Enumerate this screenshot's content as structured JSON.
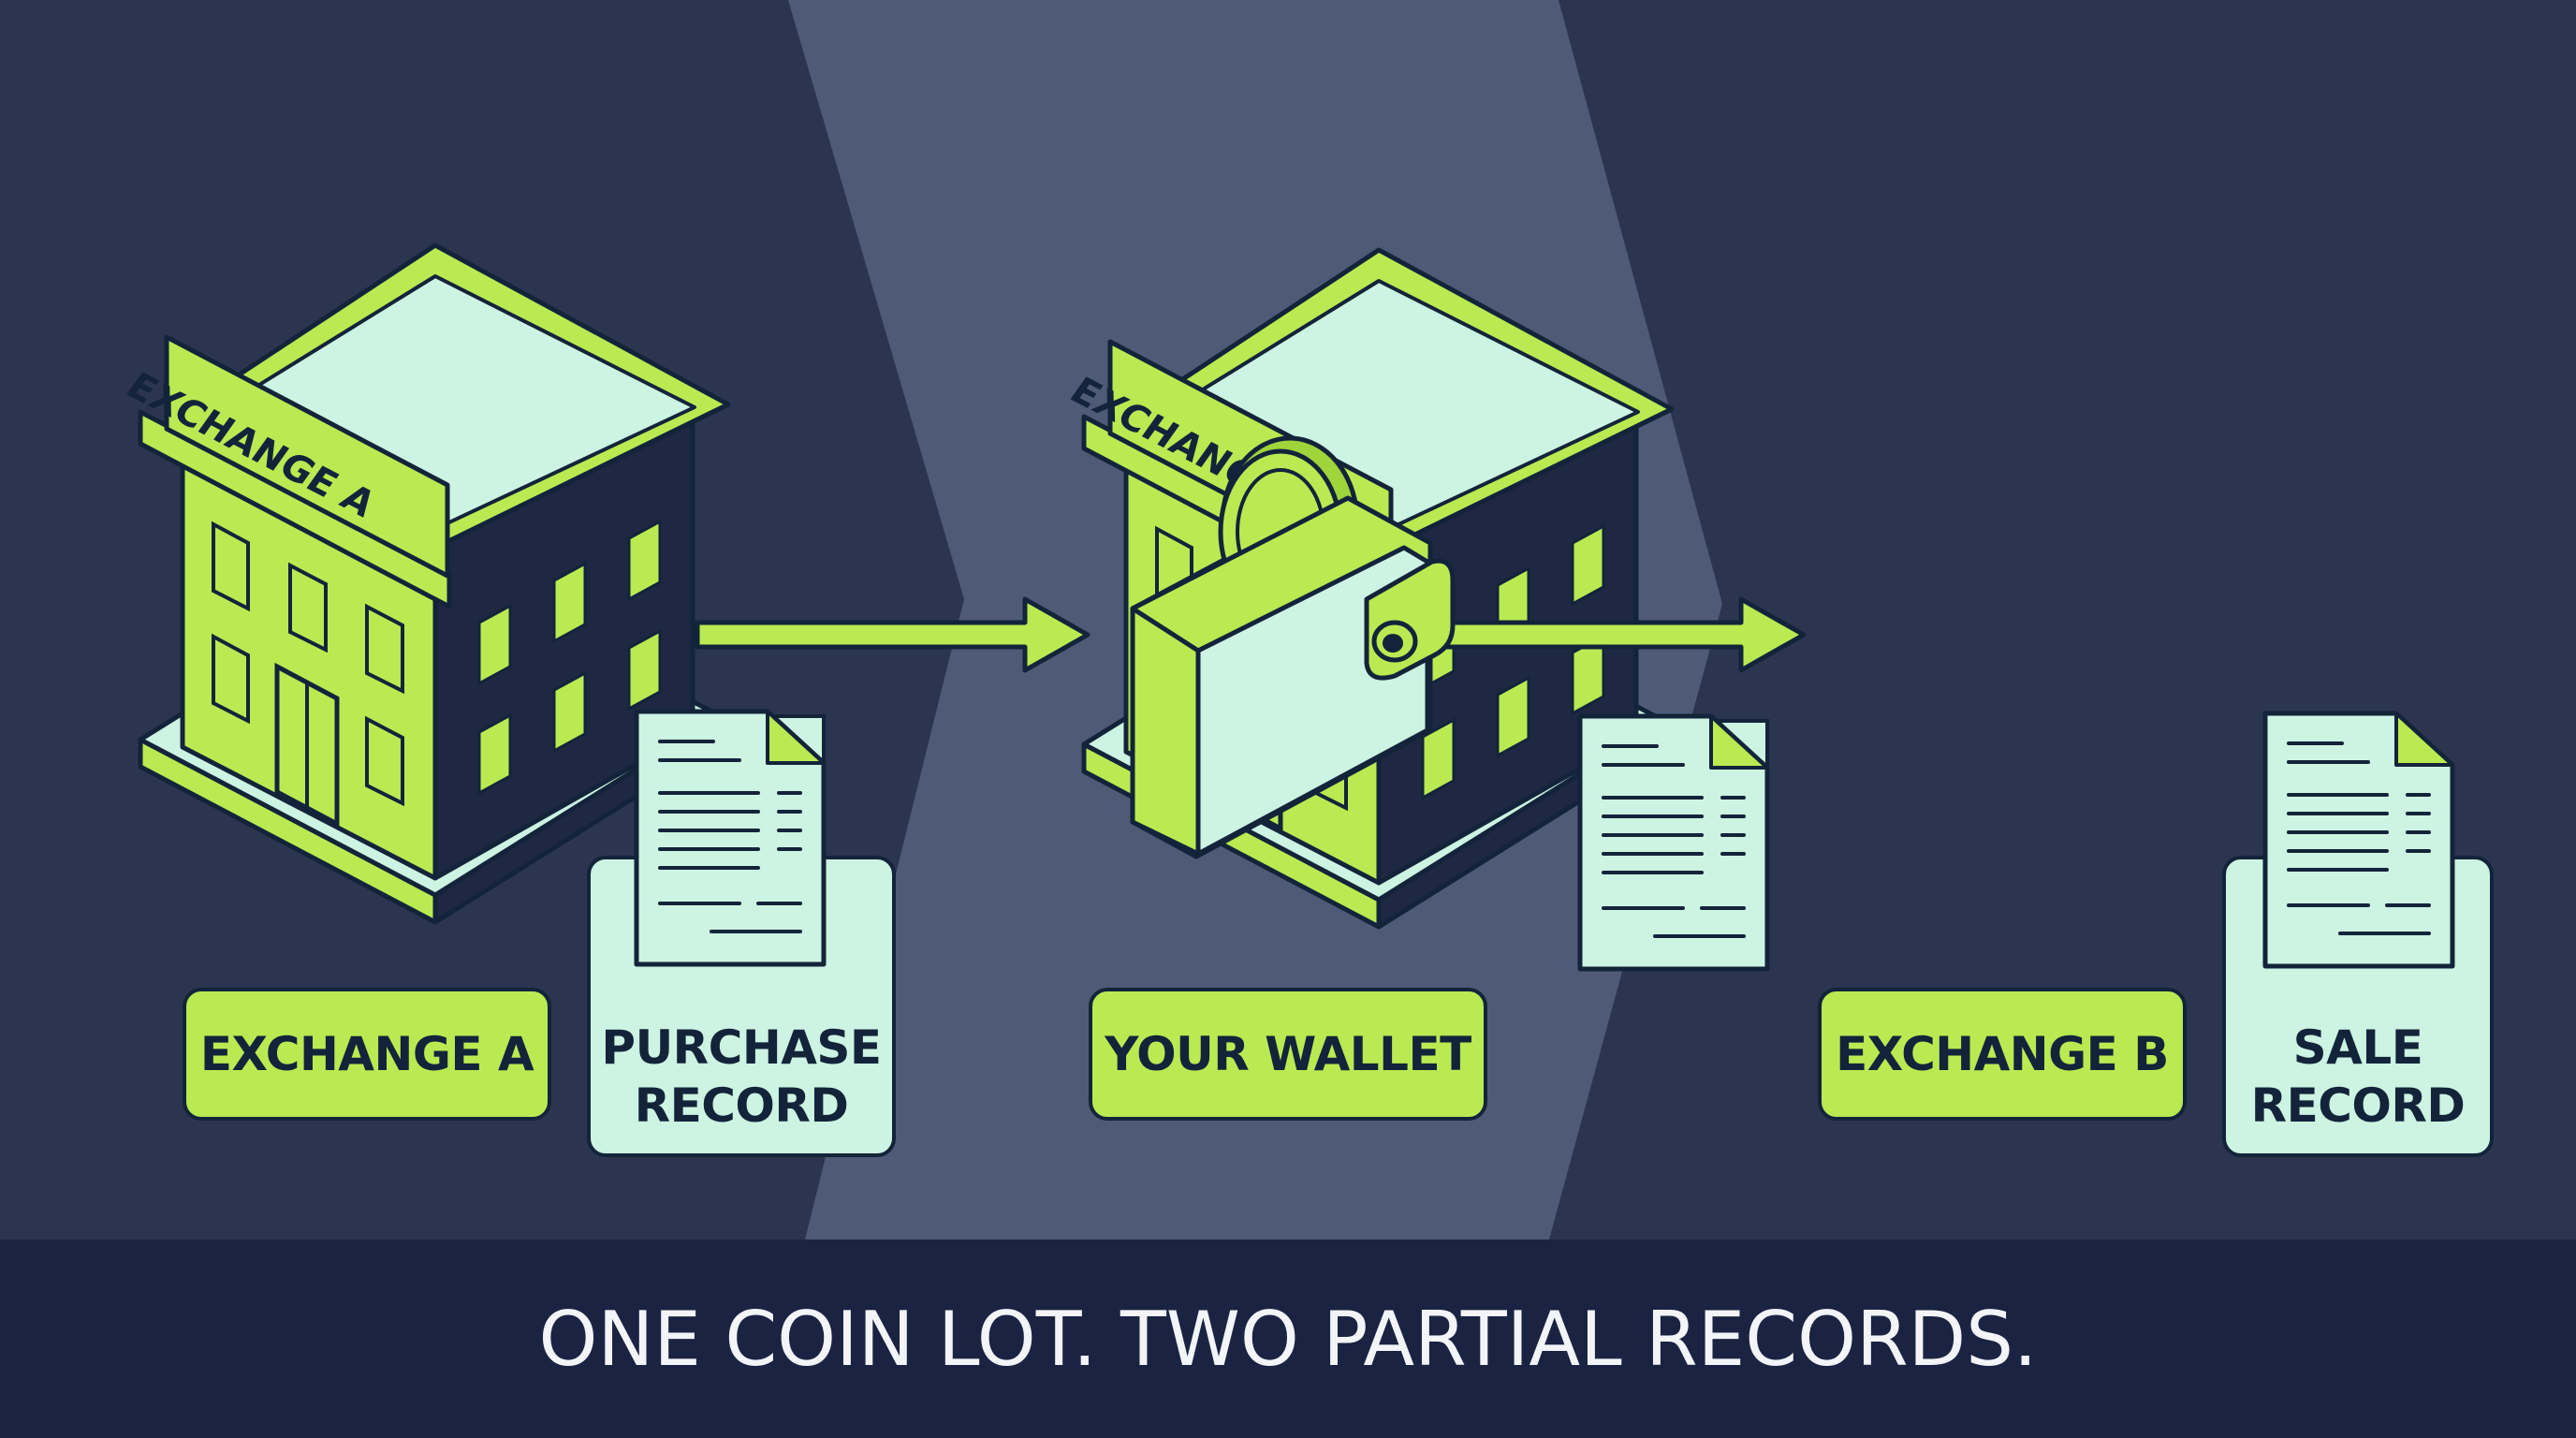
{
  "buildings": {
    "left": {
      "sign": "EXCHANGE A"
    },
    "right": {
      "sign": "EXCHANGE B"
    }
  },
  "labels": {
    "exchange_a": "EXCHANGE A",
    "purchase_record_line1": "PURCHASE",
    "purchase_record_line2": "RECORD",
    "wallet": "YOUR WALLET",
    "exchange_b": "EXCHANGE B",
    "sale_record_line1": "SALE",
    "sale_record_line2": "RECORD"
  },
  "caption": "ONE COIN LOT. TWO PARTIAL RECORDS.",
  "colors": {
    "background": "#2b3550",
    "center_band": "#4f5a76",
    "accent_green": "#b9ea52",
    "mint": "#cdf3e2",
    "outline": "#13243a",
    "caption_bar": "#1a2342",
    "caption_text": "#f2f4f8"
  },
  "icons": [
    "building-icon",
    "document-icon",
    "wallet-icon",
    "coin-icon",
    "arrow-right-icon"
  ]
}
